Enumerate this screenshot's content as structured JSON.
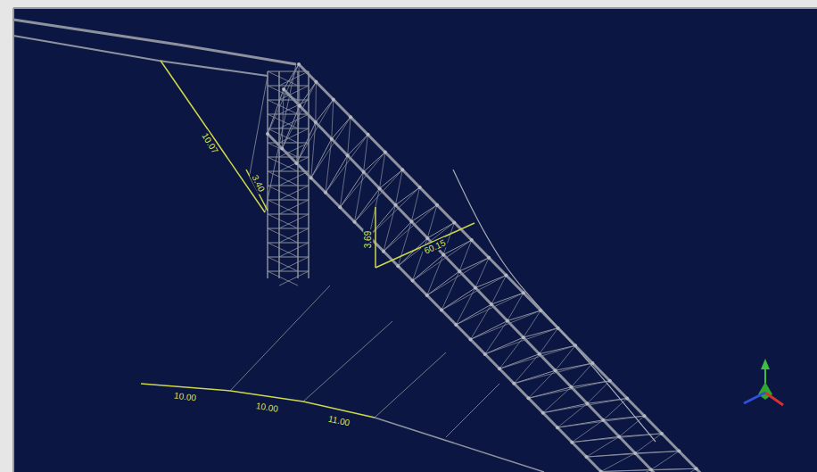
{
  "diagram": {
    "labels": [
      "10.07",
      "3.40",
      "3.69",
      "60.15",
      "10.00",
      "10.00",
      "11.00"
    ]
  }
}
